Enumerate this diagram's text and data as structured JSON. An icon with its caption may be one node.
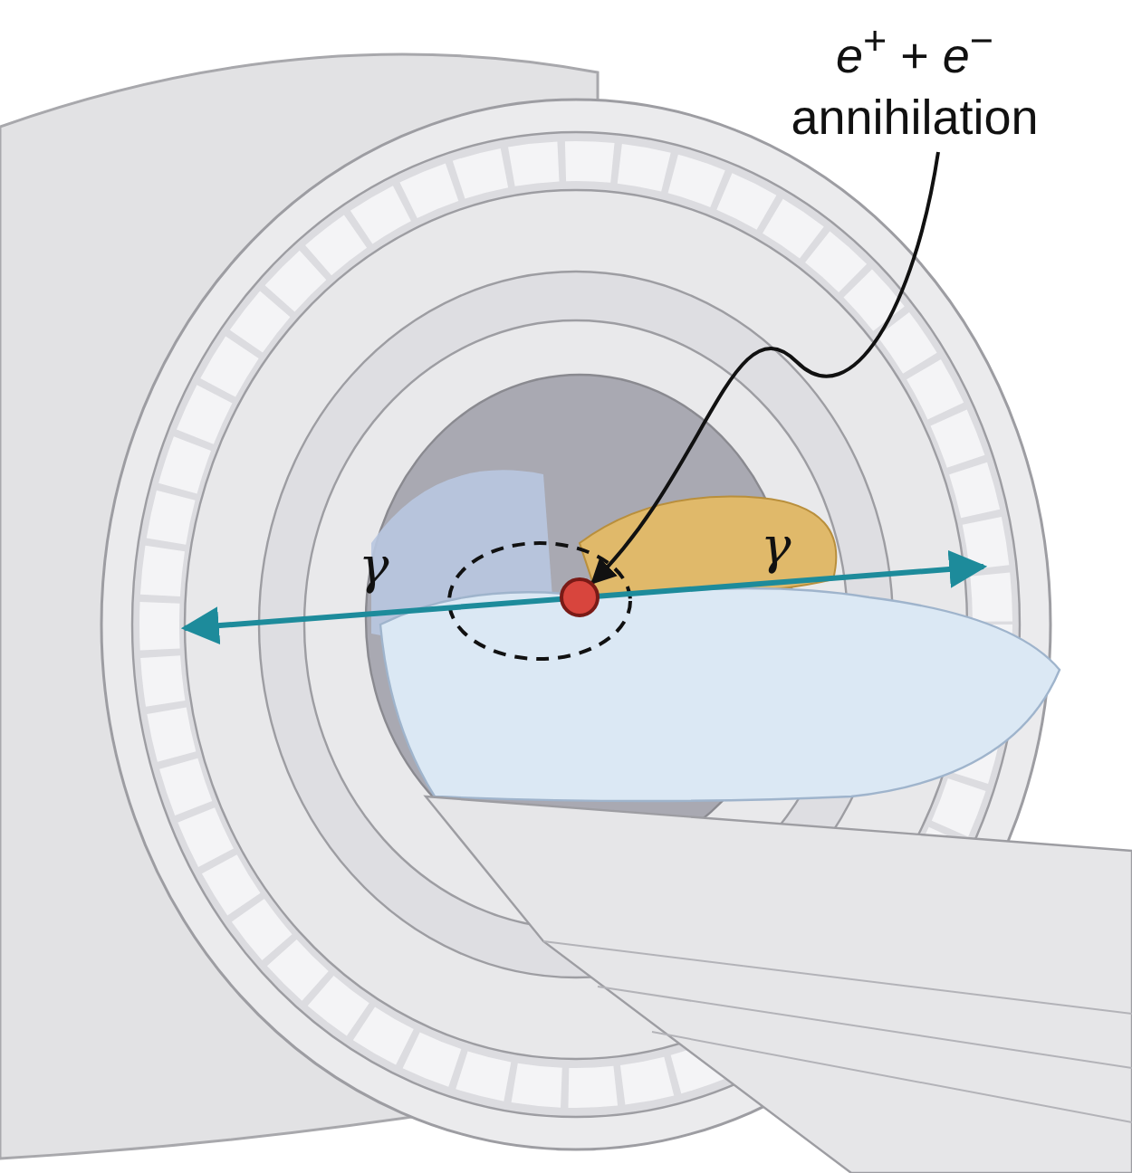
{
  "diagram": {
    "nodes": [
      {
        "text": [
          "*e*$^{+}$ + *e*$^{−}$ annihilation"
        ]
      },
      {
        "text": [],
        "shape": "circle"
      }
    ],
    "edges": [
      {
        "from": 0,
        "to": 1,
        "arrow": "to"
      }
    ],
    "labels": [
      "γ",
      "γ"
    ]
  }
}
